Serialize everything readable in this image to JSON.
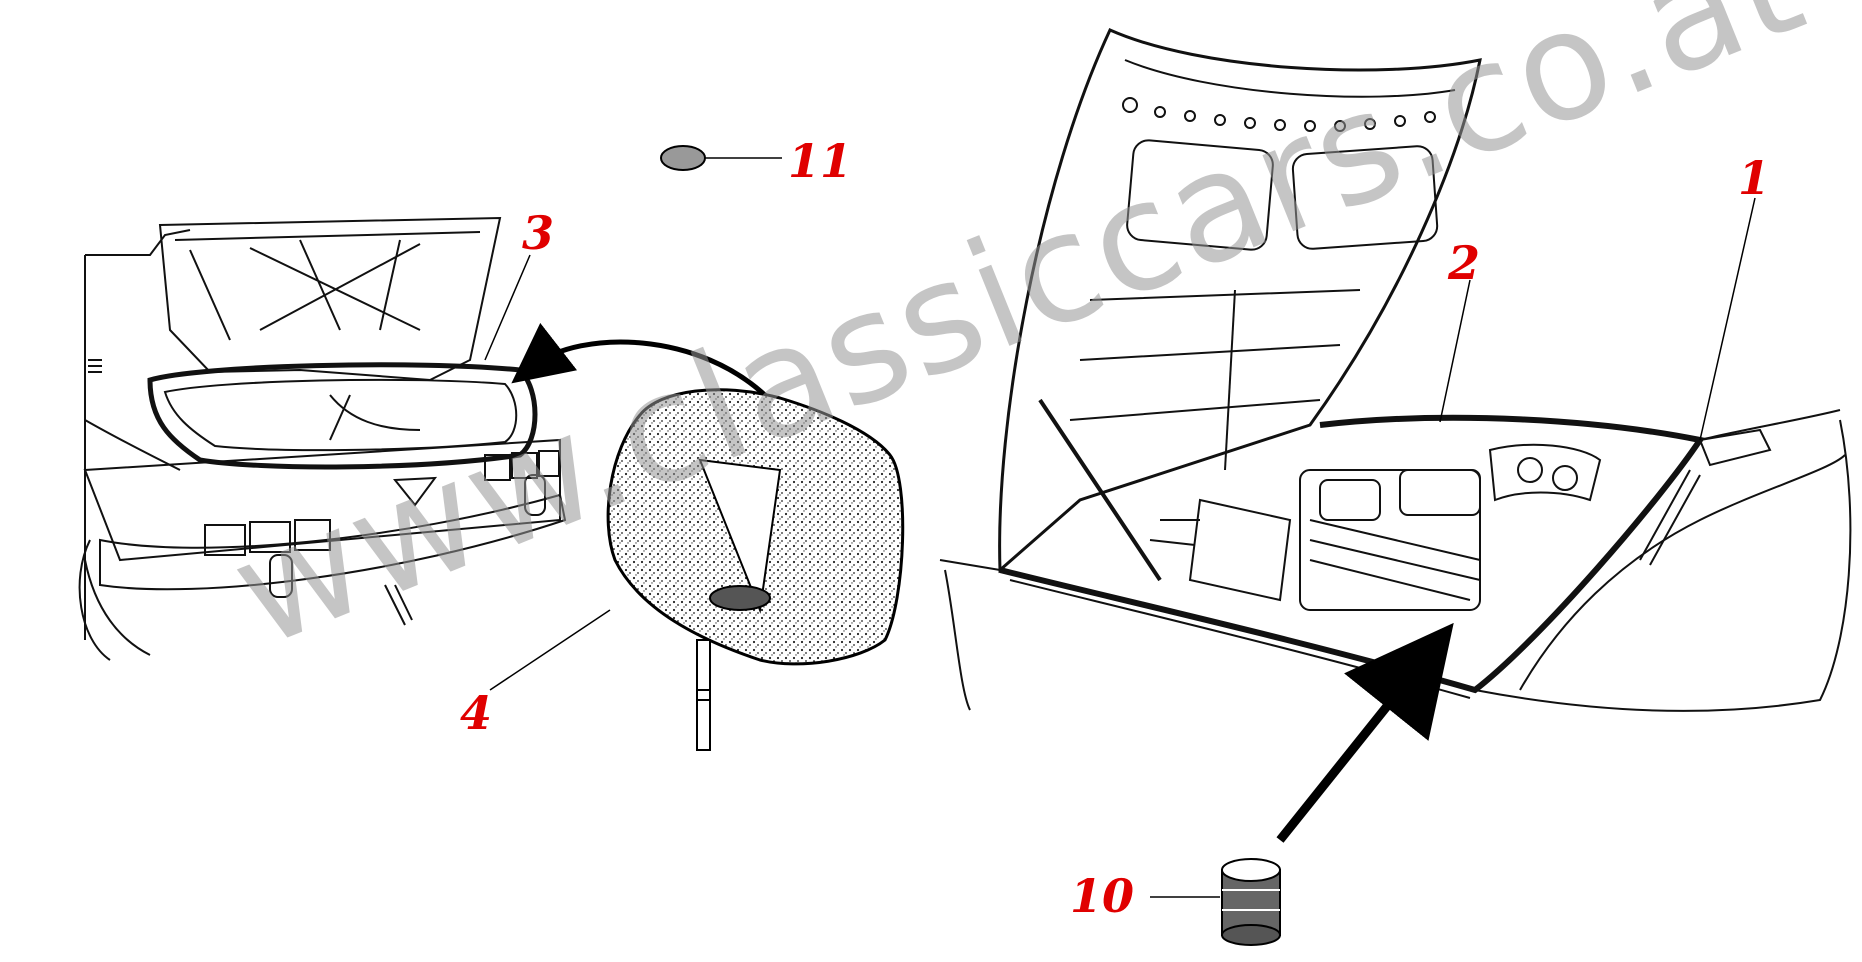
{
  "diagram": {
    "callouts": [
      {
        "id": "1",
        "label": "1"
      },
      {
        "id": "2",
        "label": "2"
      },
      {
        "id": "3",
        "label": "3"
      },
      {
        "id": "4",
        "label": "4"
      },
      {
        "id": "10",
        "label": "10"
      },
      {
        "id": "11",
        "label": "11"
      }
    ],
    "watermark": "www.classiccars.co.at",
    "colors": {
      "callout": "#e00000",
      "line_art": "#111111",
      "watermark": "#9a9a9a"
    }
  }
}
